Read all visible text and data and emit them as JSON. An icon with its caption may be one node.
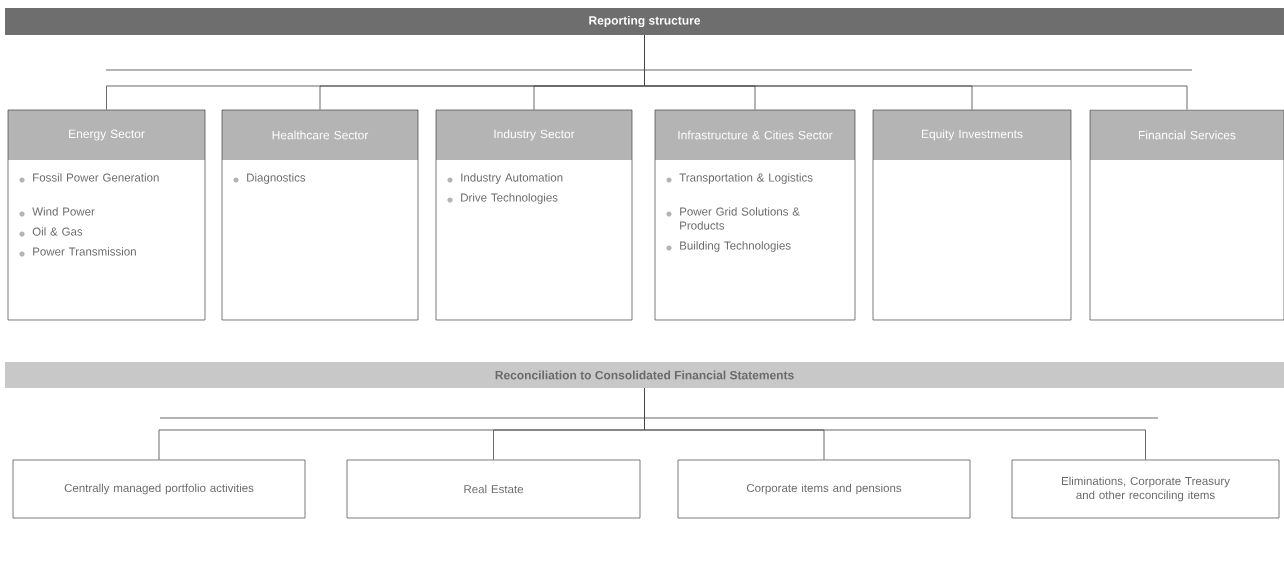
{
  "diagram": {
    "nodes": [
      {
        "text": [
          "Reporting structure"
        ]
      },
      {
        "text": [
          "Energy Sector",
          "Fossil Power Generation",
          "Wind Power",
          "Oil & Gas",
          "Power Transmission"
        ]
      },
      {
        "text": [
          "Healthcare Sector",
          "Diagnostics"
        ]
      },
      {
        "text": [
          "Industry Sector",
          "Industry Automation",
          "Drive Technologies"
        ]
      },
      {
        "text": [
          "Infrastructure & Cities Sector",
          "Transportation & Logistics",
          "Power Grid Solutions & Products",
          "Building Technologies"
        ]
      },
      {
        "text": [
          "Equity Investments"
        ]
      },
      {
        "text": [
          "Financial Services"
        ]
      },
      {
        "text": [
          "Reconciliation to Consolidated Financial Statements"
        ]
      },
      {
        "text": [
          "Centrally managed portfolio activities"
        ]
      },
      {
        "text": [
          "Real Estate"
        ]
      },
      {
        "text": [
          "Corporate items and pensions"
        ]
      },
      {
        "text": [
          "Eliminations, Corporate Treasury and other reconciling items"
        ]
      }
    ],
    "edges": [
      {
        "from": 0,
        "to": 1,
        "arrow": "none"
      },
      {
        "from": 0,
        "to": 2,
        "arrow": "none"
      },
      {
        "from": 0,
        "to": 3,
        "arrow": "none"
      },
      {
        "from": 0,
        "to": 4,
        "arrow": "none"
      },
      {
        "from": 0,
        "to": 5,
        "arrow": "none"
      },
      {
        "from": 0,
        "to": 6,
        "arrow": "none"
      },
      {
        "from": 7,
        "to": 8,
        "arrow": "none"
      },
      {
        "from": 7,
        "to": 9,
        "arrow": "none"
      },
      {
        "from": 7,
        "to": 10,
        "arrow": "none"
      },
      {
        "from": 7,
        "to": 11,
        "arrow": "none"
      }
    ]
  }
}
